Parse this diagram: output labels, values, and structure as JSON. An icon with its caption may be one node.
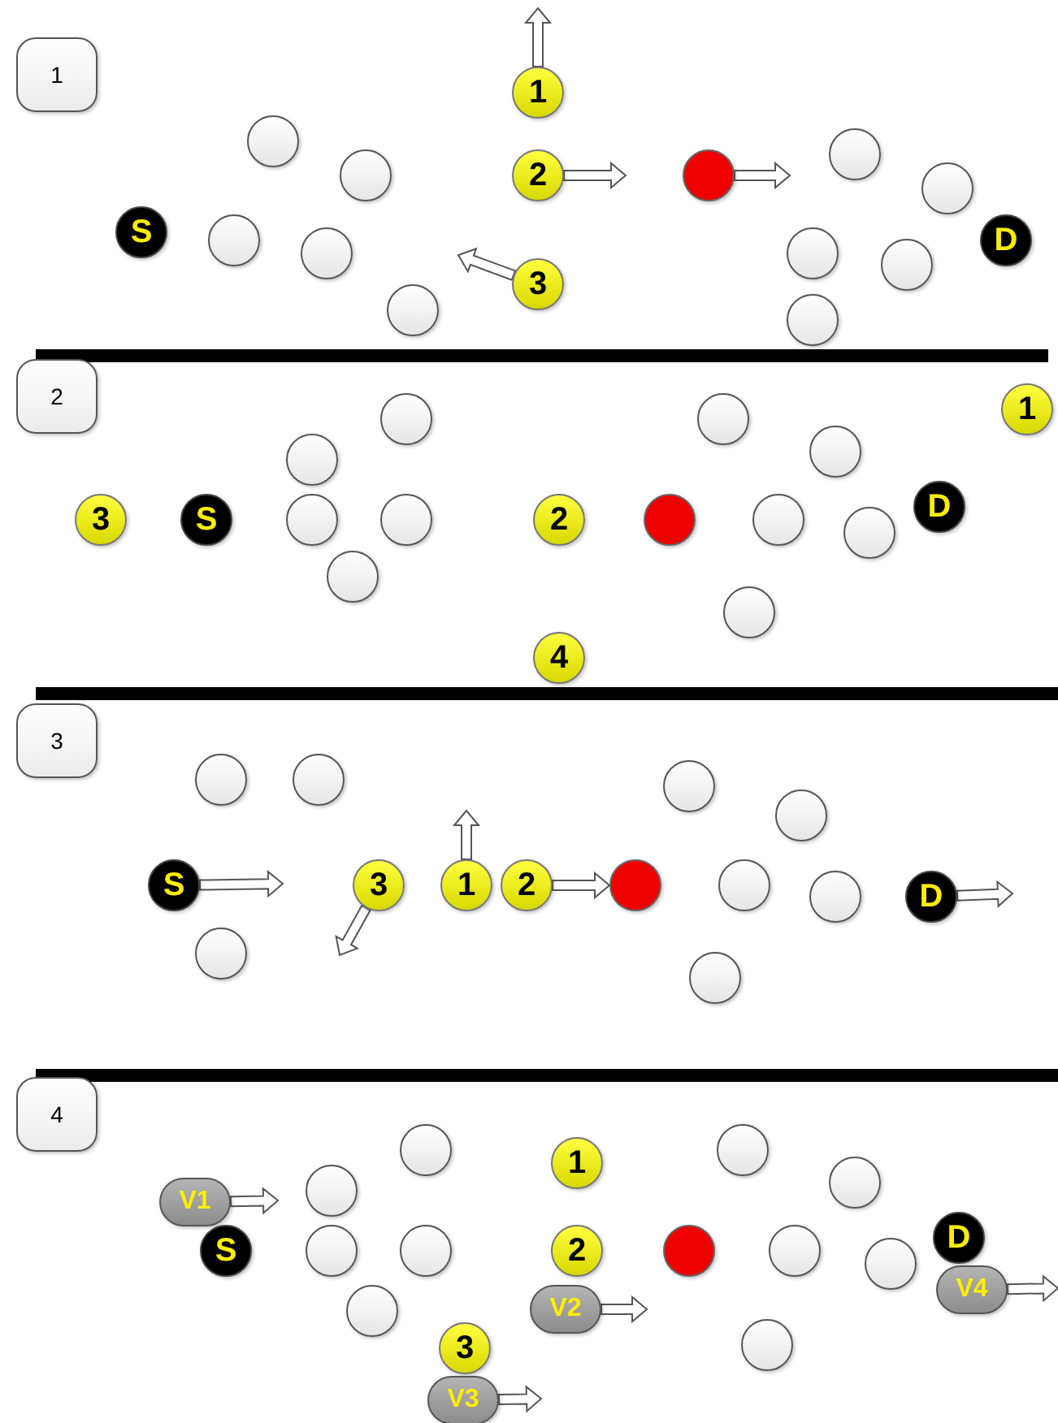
{
  "diagram": {
    "nodes": [
      {
        "text": [
          "1"
        ]
      },
      {
        "text": [
          "1"
        ]
      },
      {
        "text": [],
        "shape": "circle"
      },
      {
        "text": [],
        "shape": "circle"
      },
      {
        "text": [
          "2"
        ]
      },
      {
        "text": [],
        "shape": "circle"
      },
      {
        "text": [],
        "shape": "circle"
      },
      {
        "text": [],
        "shape": "circle"
      },
      {
        "text": [
          "S"
        ]
      },
      {
        "text": [],
        "shape": "circle"
      },
      {
        "text": [],
        "shape": "circle"
      },
      {
        "text": [],
        "shape": "circle"
      },
      {
        "text": [],
        "shape": "circle"
      },
      {
        "text": [
          "D"
        ]
      },
      {
        "text": [
          "3"
        ]
      },
      {
        "text": [],
        "shape": "circle"
      },
      {
        "text": [],
        "shape": "circle"
      },
      {
        "text": [
          "2"
        ]
      },
      {
        "text": [
          "1"
        ]
      },
      {
        "text": [],
        "shape": "circle"
      },
      {
        "text": [],
        "shape": "circle"
      },
      {
        "text": [],
        "shape": "circle"
      },
      {
        "text": [],
        "shape": "circle"
      },
      {
        "text": [
          "D"
        ]
      },
      {
        "text": [
          "3"
        ]
      },
      {
        "text": [
          "S"
        ]
      },
      {
        "text": [],
        "shape": "circle"
      },
      {
        "text": [],
        "shape": "circle"
      },
      {
        "text": [
          "2"
        ]
      },
      {
        "text": [],
        "shape": "circle"
      },
      {
        "text": [],
        "shape": "circle"
      },
      {
        "text": [],
        "shape": "circle"
      },
      {
        "text": [],
        "shape": "circle"
      },
      {
        "text": [],
        "shape": "circle"
      },
      {
        "text": [
          "4"
        ]
      },
      {
        "text": [
          "3"
        ]
      },
      {
        "text": [],
        "shape": "circle"
      },
      {
        "text": [],
        "shape": "circle"
      },
      {
        "text": [],
        "shape": "circle"
      },
      {
        "text": [],
        "shape": "circle"
      },
      {
        "text": [
          "S"
        ]
      },
      {
        "text": [
          "3"
        ]
      },
      {
        "text": [
          "1"
        ]
      },
      {
        "text": [
          "2"
        ]
      },
      {
        "text": [],
        "shape": "circle"
      },
      {
        "text": [],
        "shape": "circle"
      },
      {
        "text": [],
        "shape": "circle"
      },
      {
        "text": [
          "D"
        ]
      },
      {
        "text": [],
        "shape": "circle"
      },
      {
        "text": [],
        "shape": "circle"
      },
      {
        "text": [
          "4"
        ]
      },
      {
        "text": [],
        "shape": "circle"
      },
      {
        "text": [],
        "shape": "circle"
      },
      {
        "text": [
          "1"
        ]
      },
      {
        "text": [],
        "shape": "circle"
      },
      {
        "text": [],
        "shape": "circle"
      },
      {
        "text": [
          "V1"
        ]
      },
      {
        "text": [
          "D"
        ]
      },
      {
        "text": [
          "S"
        ]
      },
      {
        "text": [],
        "shape": "circle"
      },
      {
        "text": [],
        "shape": "circle"
      },
      {
        "text": [
          "2"
        ]
      },
      {
        "text": [],
        "shape": "circle"
      },
      {
        "text": [],
        "shape": "circle"
      },
      {
        "text": [],
        "shape": "circle"
      },
      {
        "text": [
          "V4"
        ]
      },
      {
        "text": [
          "V2"
        ]
      },
      {
        "text": [],
        "shape": "circle"
      },
      {
        "text": [],
        "shape": "circle"
      },
      {
        "text": [
          "3"
        ]
      },
      {
        "text": [
          "V3"
        ]
      }
    ],
    "edges": [
      {
        "from": 1,
        "to": null,
        "arrow": "to"
      },
      {
        "from": 4,
        "to": null,
        "arrow": "to"
      },
      {
        "from": 14,
        "to": null,
        "arrow": "to"
      },
      {
        "from": 5,
        "to": null,
        "arrow": "to"
      },
      {
        "from": 40,
        "to": null,
        "arrow": "to"
      },
      {
        "from": 41,
        "to": null,
        "arrow": "to"
      },
      {
        "from": 42,
        "to": null,
        "arrow": "to"
      },
      {
        "from": 43,
        "to": 44,
        "arrow": "to"
      },
      {
        "from": 47,
        "to": null,
        "arrow": "to"
      },
      {
        "from": 56,
        "to": null,
        "arrow": "to"
      },
      {
        "from": 66,
        "to": null,
        "arrow": "to"
      },
      {
        "from": 70,
        "to": null,
        "arrow": "to"
      },
      {
        "from": 65,
        "to": null,
        "arrow": "to"
      }
    ]
  }
}
